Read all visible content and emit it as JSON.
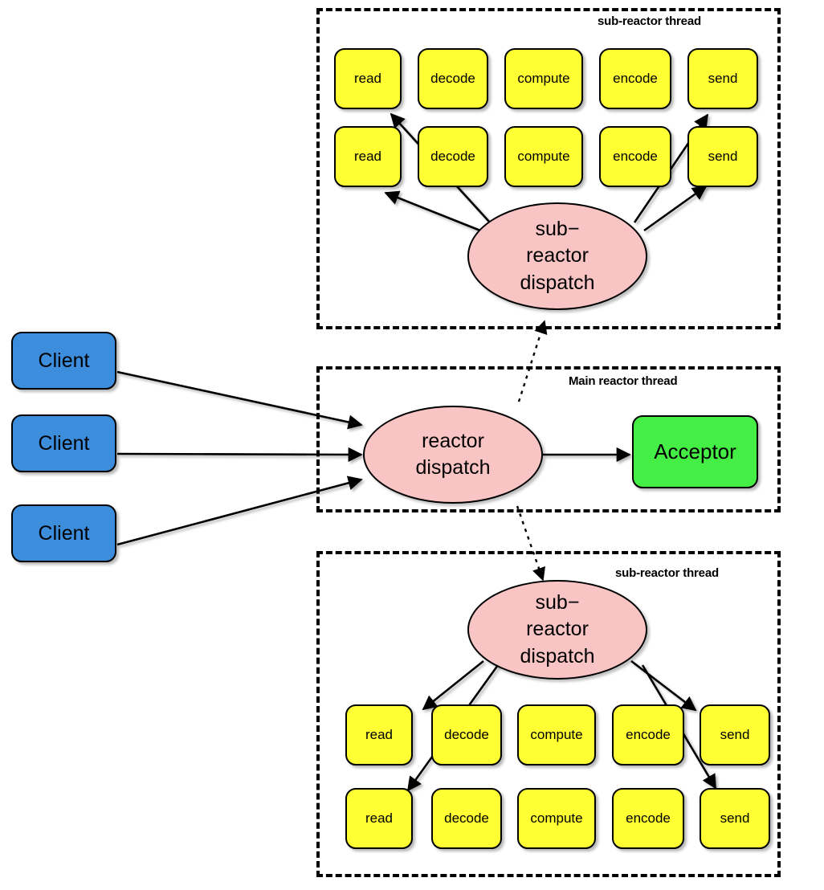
{
  "diagram": {
    "title": "Reactor / sub-reactor multithreaded dispatch diagram",
    "colors": {
      "stage_fill": "#ffff33",
      "client_fill": "#3c8ddc",
      "acceptor_fill": "#45ee45",
      "dispatcher_fill": "#f9c4c4",
      "stroke": "#000000",
      "background": "#ffffff"
    }
  },
  "threads": {
    "top": {
      "label": "sub-reactor thread",
      "dispatcher": {
        "line1": "sub−",
        "line2": "reactor",
        "line3": "dispatch"
      },
      "rows": [
        [
          "read",
          "decode",
          "compute",
          "encode",
          "send"
        ],
        [
          "read",
          "decode",
          "compute",
          "encode",
          "send"
        ]
      ]
    },
    "main": {
      "label": "Main reactor thread",
      "dispatcher": {
        "line1": "reactor",
        "line2": "dispatch"
      },
      "acceptor": "Acceptor"
    },
    "bottom": {
      "label": "sub-reactor thread",
      "dispatcher": {
        "line1": "sub−",
        "line2": "reactor",
        "line3": "dispatch"
      },
      "rows": [
        [
          "read",
          "decode",
          "compute",
          "encode",
          "send"
        ],
        [
          "read",
          "decode",
          "compute",
          "encode",
          "send"
        ]
      ]
    }
  },
  "clients": [
    {
      "label": "Client"
    },
    {
      "label": "Client"
    },
    {
      "label": "Client"
    }
  ]
}
